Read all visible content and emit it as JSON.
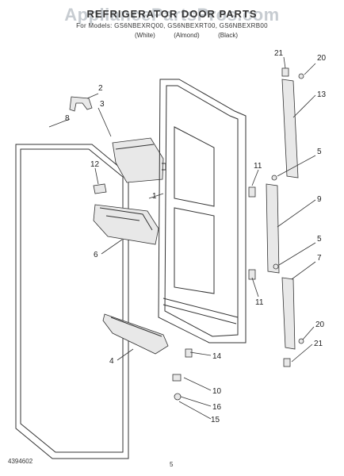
{
  "header": {
    "brand_watermark": "AppliancePartsPros.com",
    "title": "REFRIGERATOR DOOR PARTS",
    "subtitle": "For Models: GS6NBEXRQ00, GS6NBEXRT00, GS6NBEXRB00",
    "colors": [
      "(White)",
      "(Almond)",
      "(Black)"
    ]
  },
  "footer": {
    "doc_number": "4394602",
    "page_number": "5"
  },
  "callouts": [
    {
      "id": "c1",
      "text": "1"
    },
    {
      "id": "c2",
      "text": "2"
    },
    {
      "id": "c3",
      "text": "3"
    },
    {
      "id": "c4",
      "text": "4"
    },
    {
      "id": "c5a",
      "text": "5"
    },
    {
      "id": "c5b",
      "text": "5"
    },
    {
      "id": "c6",
      "text": "6"
    },
    {
      "id": "c7",
      "text": "7"
    },
    {
      "id": "c8",
      "text": "8"
    },
    {
      "id": "c9",
      "text": "9"
    },
    {
      "id": "c10",
      "text": "10"
    },
    {
      "id": "c11a",
      "text": "11"
    },
    {
      "id": "c11b",
      "text": "11"
    },
    {
      "id": "c12",
      "text": "12"
    },
    {
      "id": "c13",
      "text": "13"
    },
    {
      "id": "c14",
      "text": "14"
    },
    {
      "id": "c15",
      "text": "15"
    },
    {
      "id": "c16",
      "text": "16"
    },
    {
      "id": "c20a",
      "text": "20"
    },
    {
      "id": "c20b",
      "text": "20"
    },
    {
      "id": "c21a",
      "text": "21"
    },
    {
      "id": "c21b",
      "text": "21"
    }
  ]
}
